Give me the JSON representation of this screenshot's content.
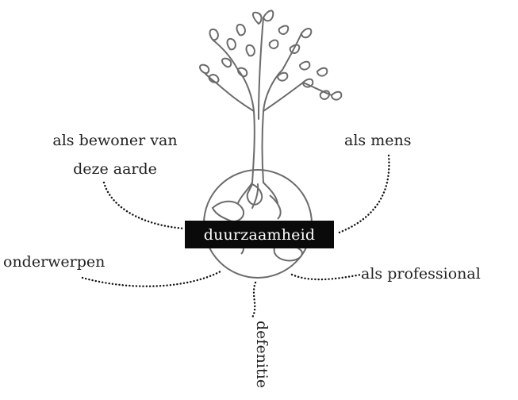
{
  "center": {
    "label": "duurzaamheid",
    "background": "#0a0a0a",
    "text_color": "#ffffff"
  },
  "branches": {
    "bewoner": [
      "als bewoner van",
      "deze aarde"
    ],
    "mens": "als mens",
    "onderwerpen": "onderwerpen",
    "professional": "als professional",
    "defenitie": "defenitie"
  },
  "colors": {
    "stroke": "#6b6b6b",
    "text": "#222222"
  },
  "illustration": {
    "tree_icon": "tree-icon",
    "globe_icon": "globe-icon"
  }
}
